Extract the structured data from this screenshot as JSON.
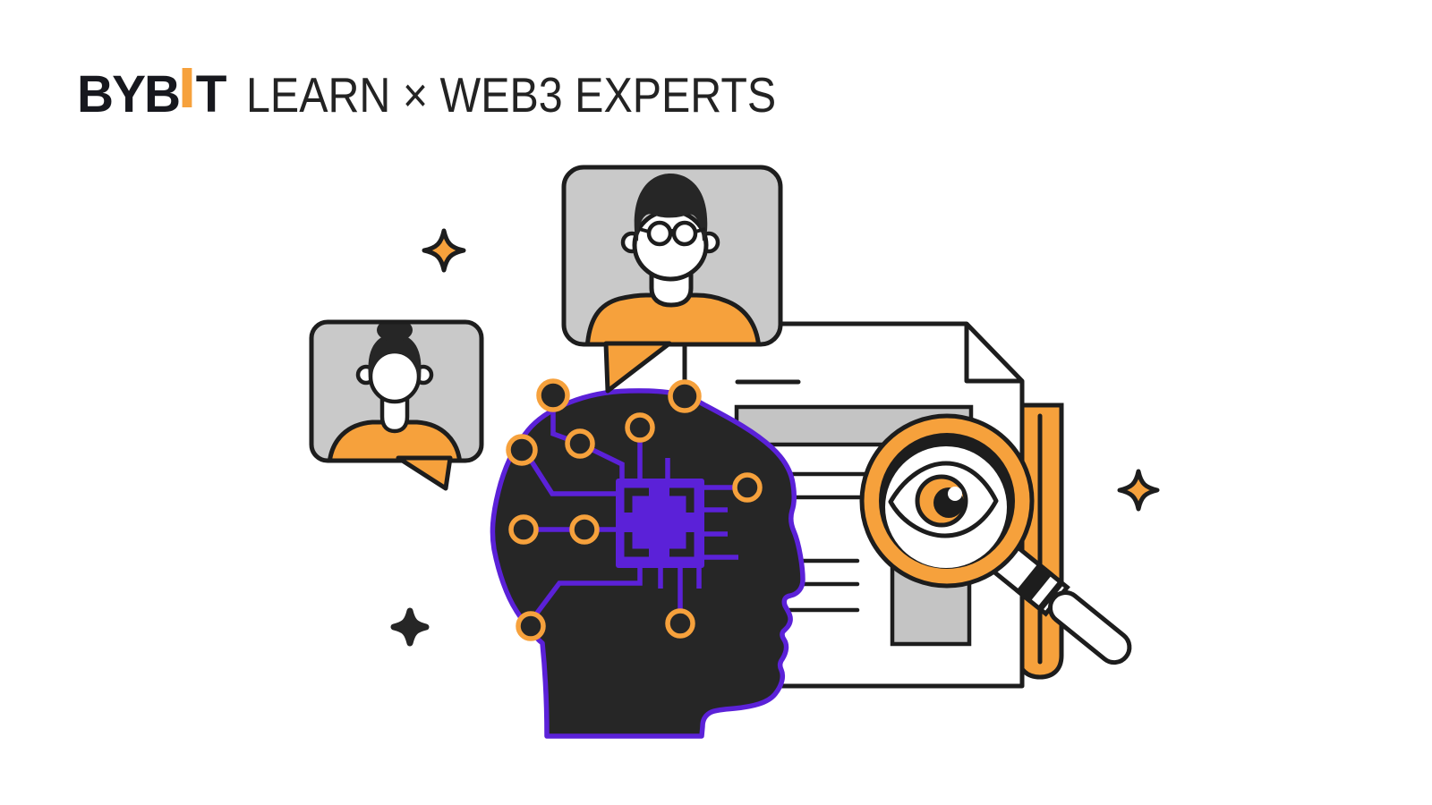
{
  "meta": {
    "title": "Bybit Learn x Web3 Experts banner"
  },
  "brand": {
    "logo_prefix": "BYB",
    "logo_suffix": "T",
    "tagline": "LEARN × WEB3 EXPERTS"
  },
  "colors": {
    "background": "#FFFFFF",
    "orange": "#F6A13C",
    "purple": "#5B21D8",
    "dark": "#262626",
    "ink": "#1D1D1D",
    "gray": "#C9C9C9",
    "light_gray": "#C4C4C4",
    "white": "#FFFFFF",
    "logo_ink": "#17181E",
    "tagline_ink": "#232323"
  },
  "illustration": {
    "icons": [
      {
        "name": "speech-bubble-large",
        "description": "gray speech bubble with male expert avatar wearing round glasses and orange shirt"
      },
      {
        "name": "speech-bubble-small",
        "description": "gray speech bubble with female expert avatar with hair bun and orange shirt"
      },
      {
        "name": "head-silhouette",
        "description": "dark human head profile outlined in purple"
      },
      {
        "name": "cpu-chip-icon",
        "description": "purple microchip with circuit traces and orange connection nodes inside the head"
      },
      {
        "name": "document-icon",
        "description": "white document with folded corner, gray header bar, text lines and gray block"
      },
      {
        "name": "bookmark-bar",
        "description": "orange rounded vertical bar behind document edge"
      },
      {
        "name": "magnifier-eye-icon",
        "description": "orange magnifying glass with an eye in the lens and striped handle"
      },
      {
        "name": "sparkle-left-icon",
        "description": "orange four-point sparkle with dark outline"
      },
      {
        "name": "sparkle-bottom-icon",
        "description": "solid dark four-point sparkle"
      },
      {
        "name": "sparkle-right-icon",
        "description": "orange four-point sparkle with dark outline"
      }
    ]
  }
}
